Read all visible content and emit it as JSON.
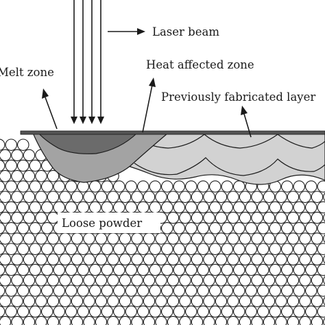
{
  "labels": {
    "laser_beam": "Laser beam",
    "melt_zone": "Melt zone",
    "heat_affected_zone": "Heat affected zone",
    "previously_fabricated_layer": "Previously fabricated layer",
    "loose_powder": "Loose powder"
  },
  "colors": {
    "background": "#ffffff",
    "melt_zone": "#6b6b6b",
    "heat_affected_zone": "#a3a3a3",
    "previous_layer": "#d2d2d2",
    "top_layer_line": "#555555",
    "powder_outline": "#1a1a1a",
    "text": "#1a1a1a"
  },
  "icons": {
    "laser_beam": "downward-arrows",
    "powder": "circle-particles"
  }
}
